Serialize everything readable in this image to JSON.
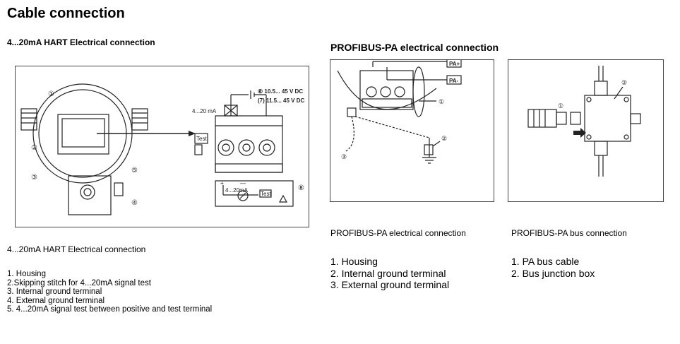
{
  "page": {
    "title": "Cable connection",
    "hart_heading": "4...20mA HART Electrical connection",
    "profibus_heading": "PROFIBUS-PA electrical connection"
  },
  "hart_figure": {
    "callouts": [
      "①",
      "②",
      "③",
      "④",
      "⑤",
      "⑧"
    ],
    "voltage_1": "⑥ 10.5... 45 V DC",
    "voltage_2": "(7) 11.5... 45 V DC",
    "current_label": "4...20 mA",
    "test_label": "Test",
    "meter_range": "4...20mA",
    "plus": "+",
    "minus": "—"
  },
  "profibus_figure": {
    "pa_plus": "PA+",
    "pa_minus": "PA-",
    "callouts": [
      "①",
      "②",
      "③"
    ]
  },
  "bus_figure": {
    "callouts": [
      "①",
      "②"
    ]
  },
  "captions": {
    "hart": "4...20mA HART Electrical connection",
    "profibus": "PROFIBUS-PA electrical connection",
    "bus": "PROFIBUS-PA bus connection"
  },
  "hart_list": [
    "1. Housing",
    "2.Skipping stitch for 4...20mA signal test",
    "3. Internal ground terminal",
    "4. External ground terminal",
    "5. 4...20mA signal test between positive and test terminal"
  ],
  "profibus_list": [
    "1. Housing",
    "2. Internal ground terminal",
    "3. External ground terminal"
  ],
  "bus_list": [
    "1. PA bus cable",
    "2. Bus junction box"
  ]
}
